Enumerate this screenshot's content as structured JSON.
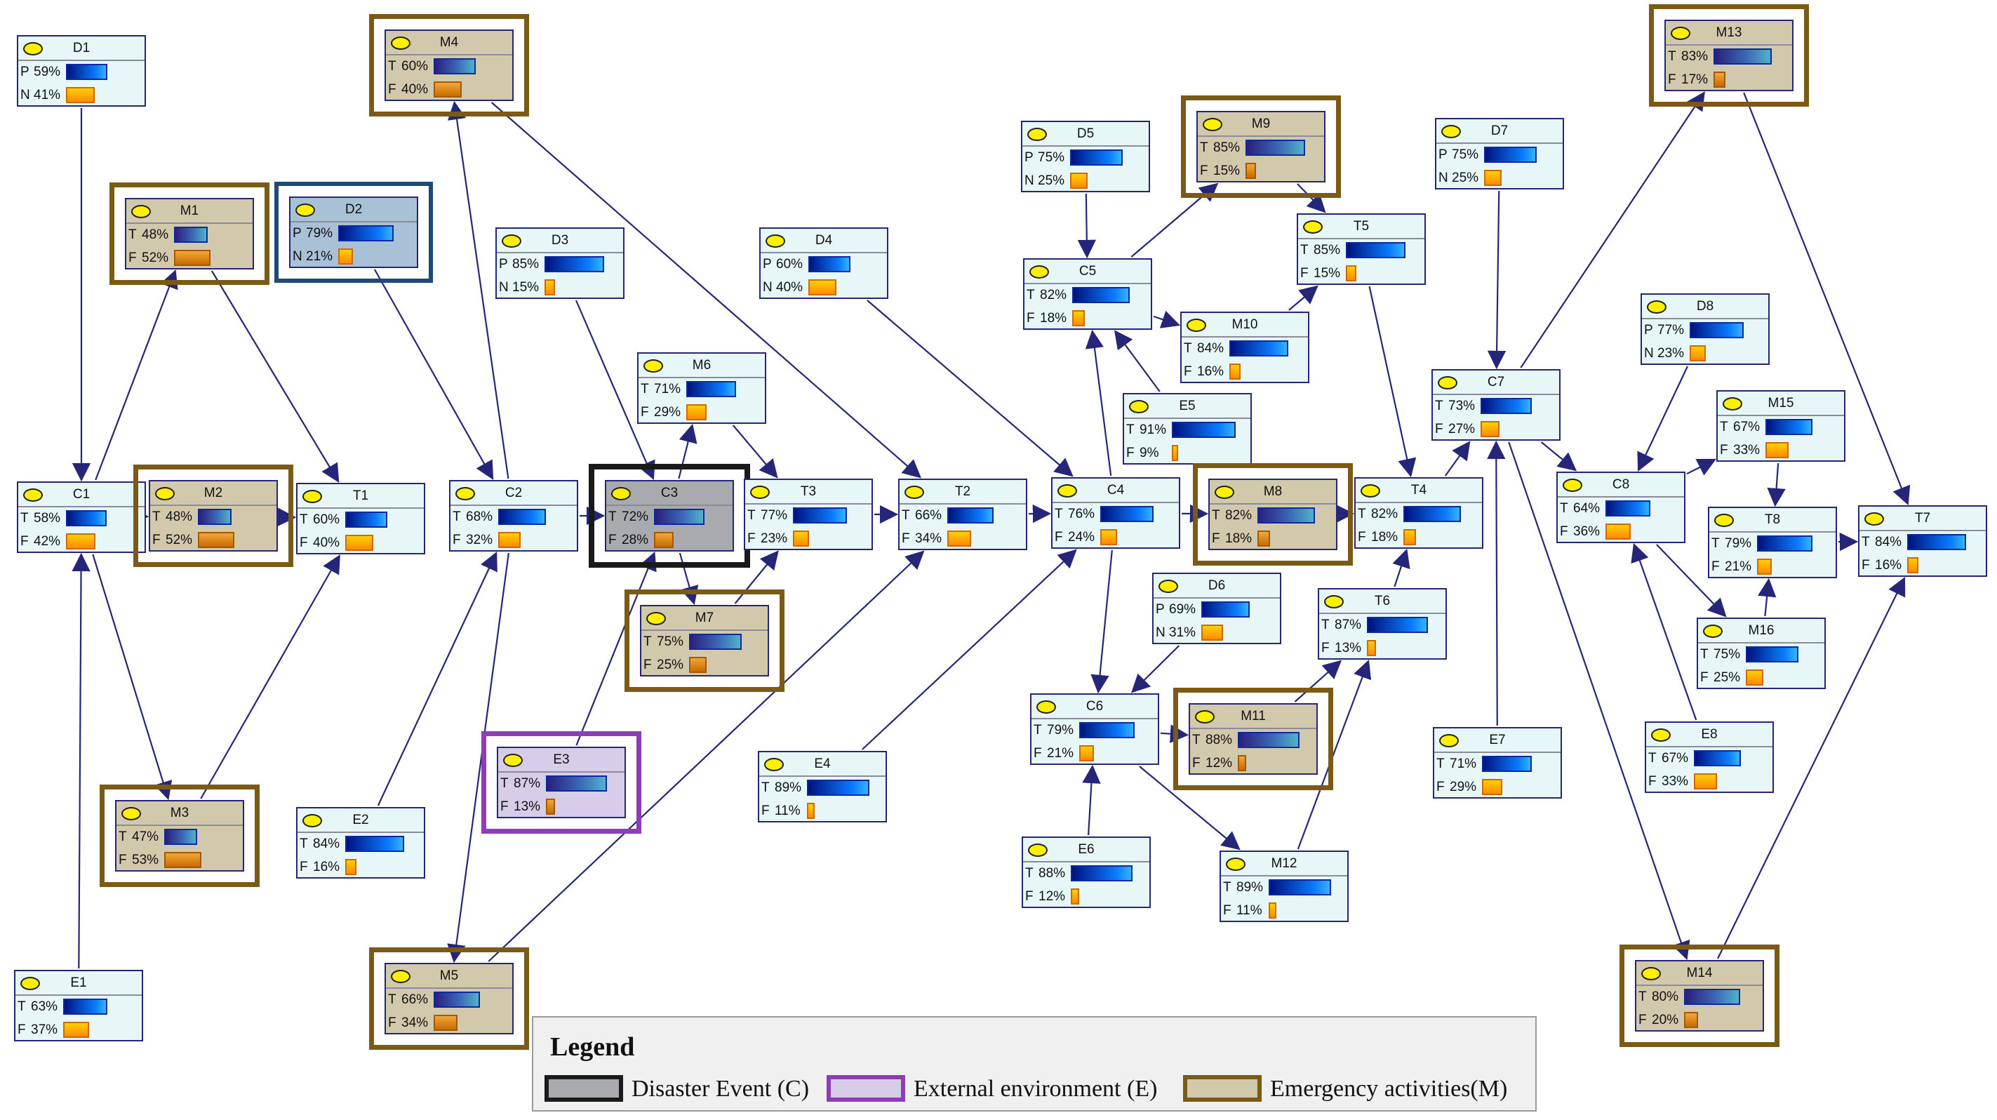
{
  "diagram": {
    "nodes": [
      {
        "id": "D1",
        "states": [
          {
            "label": "P",
            "pct": "59%",
            "value": 59
          },
          {
            "label": "N",
            "pct": "41%",
            "value": 41
          }
        ]
      },
      {
        "id": "M4",
        "category": "activity",
        "states": [
          {
            "label": "T",
            "pct": "60%",
            "value": 60
          },
          {
            "label": "F",
            "pct": "40%",
            "value": 40
          }
        ]
      },
      {
        "id": "M13",
        "category": "activity",
        "states": [
          {
            "label": "T",
            "pct": "83%",
            "value": 83
          },
          {
            "label": "F",
            "pct": "17%",
            "value": 17
          }
        ]
      },
      {
        "id": "M1",
        "category": "activity",
        "states": [
          {
            "label": "T",
            "pct": "48%",
            "value": 48
          },
          {
            "label": "F",
            "pct": "52%",
            "value": 52
          }
        ]
      },
      {
        "id": "D2",
        "highlight": "d2",
        "states": [
          {
            "label": "P",
            "pct": "79%",
            "value": 79
          },
          {
            "label": "N",
            "pct": "21%",
            "value": 21
          }
        ]
      },
      {
        "id": "D3",
        "states": [
          {
            "label": "P",
            "pct": "85%",
            "value": 85
          },
          {
            "label": "N",
            "pct": "15%",
            "value": 15
          }
        ]
      },
      {
        "id": "D4",
        "states": [
          {
            "label": "P",
            "pct": "60%",
            "value": 60
          },
          {
            "label": "N",
            "pct": "40%",
            "value": 40
          }
        ]
      },
      {
        "id": "D5",
        "states": [
          {
            "label": "P",
            "pct": "75%",
            "value": 75
          },
          {
            "label": "N",
            "pct": "25%",
            "value": 25
          }
        ]
      },
      {
        "id": "M9",
        "category": "activity",
        "states": [
          {
            "label": "T",
            "pct": "85%",
            "value": 85
          },
          {
            "label": "F",
            "pct": "15%",
            "value": 15
          }
        ]
      },
      {
        "id": "D7",
        "states": [
          {
            "label": "P",
            "pct": "75%",
            "value": 75
          },
          {
            "label": "N",
            "pct": "25%",
            "value": 25
          }
        ]
      },
      {
        "id": "C5",
        "states": [
          {
            "label": "T",
            "pct": "82%",
            "value": 82
          },
          {
            "label": "F",
            "pct": "18%",
            "value": 18
          }
        ]
      },
      {
        "id": "T5",
        "states": [
          {
            "label": "T",
            "pct": "85%",
            "value": 85
          },
          {
            "label": "F",
            "pct": "15%",
            "value": 15
          }
        ]
      },
      {
        "id": "M10",
        "states": [
          {
            "label": "T",
            "pct": "84%",
            "value": 84
          },
          {
            "label": "F",
            "pct": "16%",
            "value": 16
          }
        ]
      },
      {
        "id": "D8",
        "states": [
          {
            "label": "P",
            "pct": "77%",
            "value": 77
          },
          {
            "label": "N",
            "pct": "23%",
            "value": 23
          }
        ]
      },
      {
        "id": "M6",
        "states": [
          {
            "label": "T",
            "pct": "71%",
            "value": 71
          },
          {
            "label": "F",
            "pct": "29%",
            "value": 29
          }
        ]
      },
      {
        "id": "E5",
        "states": [
          {
            "label": "T",
            "pct": "91%",
            "value": 91
          },
          {
            "label": "F",
            "pct": " 9%",
            "value": 9
          }
        ]
      },
      {
        "id": "C7",
        "states": [
          {
            "label": "T",
            "pct": "73%",
            "value": 73
          },
          {
            "label": "F",
            "pct": "27%",
            "value": 27
          }
        ]
      },
      {
        "id": "M15",
        "states": [
          {
            "label": "T",
            "pct": "67%",
            "value": 67
          },
          {
            "label": "F",
            "pct": "33%",
            "value": 33
          }
        ]
      },
      {
        "id": "C1",
        "states": [
          {
            "label": "T",
            "pct": "58%",
            "value": 58
          },
          {
            "label": "F",
            "pct": "42%",
            "value": 42
          }
        ]
      },
      {
        "id": "M2",
        "category": "activity",
        "states": [
          {
            "label": "T",
            "pct": "48%",
            "value": 48
          },
          {
            "label": "F",
            "pct": "52%",
            "value": 52
          }
        ]
      },
      {
        "id": "T1",
        "states": [
          {
            "label": "T",
            "pct": "60%",
            "value": 60
          },
          {
            "label": "F",
            "pct": "40%",
            "value": 40
          }
        ]
      },
      {
        "id": "C2",
        "states": [
          {
            "label": "T",
            "pct": "68%",
            "value": 68
          },
          {
            "label": "F",
            "pct": "32%",
            "value": 32
          }
        ]
      },
      {
        "id": "C3",
        "category": "event",
        "states": [
          {
            "label": "T",
            "pct": "72%",
            "value": 72
          },
          {
            "label": "F",
            "pct": "28%",
            "value": 28
          }
        ]
      },
      {
        "id": "T3",
        "states": [
          {
            "label": "T",
            "pct": "77%",
            "value": 77
          },
          {
            "label": "F",
            "pct": "23%",
            "value": 23
          }
        ]
      },
      {
        "id": "T2",
        "states": [
          {
            "label": "T",
            "pct": "66%",
            "value": 66
          },
          {
            "label": "F",
            "pct": "34%",
            "value": 34
          }
        ]
      },
      {
        "id": "C4",
        "states": [
          {
            "label": "T",
            "pct": "76%",
            "value": 76
          },
          {
            "label": "F",
            "pct": "24%",
            "value": 24
          }
        ]
      },
      {
        "id": "M8",
        "category": "activity",
        "states": [
          {
            "label": "T",
            "pct": "82%",
            "value": 82
          },
          {
            "label": "F",
            "pct": "18%",
            "value": 18
          }
        ]
      },
      {
        "id": "T4",
        "states": [
          {
            "label": "T",
            "pct": "82%",
            "value": 82
          },
          {
            "label": "F",
            "pct": "18%",
            "value": 18
          }
        ]
      },
      {
        "id": "C8",
        "states": [
          {
            "label": "T",
            "pct": "64%",
            "value": 64
          },
          {
            "label": "F",
            "pct": "36%",
            "value": 36
          }
        ]
      },
      {
        "id": "T8",
        "states": [
          {
            "label": "T",
            "pct": "79%",
            "value": 79
          },
          {
            "label": "F",
            "pct": "21%",
            "value": 21
          }
        ]
      },
      {
        "id": "T7",
        "states": [
          {
            "label": "T",
            "pct": "84%",
            "value": 84
          },
          {
            "label": "F",
            "pct": "16%",
            "value": 16
          }
        ]
      },
      {
        "id": "D6",
        "states": [
          {
            "label": "P",
            "pct": "69%",
            "value": 69
          },
          {
            "label": "N",
            "pct": "31%",
            "value": 31
          }
        ]
      },
      {
        "id": "T6",
        "states": [
          {
            "label": "T",
            "pct": "87%",
            "value": 87
          },
          {
            "label": "F",
            "pct": "13%",
            "value": 13
          }
        ]
      },
      {
        "id": "M7",
        "category": "activity",
        "states": [
          {
            "label": "T",
            "pct": "75%",
            "value": 75
          },
          {
            "label": "F",
            "pct": "25%",
            "value": 25
          }
        ]
      },
      {
        "id": "M16",
        "states": [
          {
            "label": "T",
            "pct": "75%",
            "value": 75
          },
          {
            "label": "F",
            "pct": "25%",
            "value": 25
          }
        ]
      },
      {
        "id": "C6",
        "states": [
          {
            "label": "T",
            "pct": "79%",
            "value": 79
          },
          {
            "label": "F",
            "pct": "21%",
            "value": 21
          }
        ]
      },
      {
        "id": "M11",
        "category": "activity",
        "states": [
          {
            "label": "T",
            "pct": "88%",
            "value": 88
          },
          {
            "label": "F",
            "pct": "12%",
            "value": 12
          }
        ]
      },
      {
        "id": "E3",
        "category": "env",
        "states": [
          {
            "label": "T",
            "pct": "87%",
            "value": 87
          },
          {
            "label": "F",
            "pct": "13%",
            "value": 13
          }
        ]
      },
      {
        "id": "E4",
        "states": [
          {
            "label": "T",
            "pct": "89%",
            "value": 89
          },
          {
            "label": "F",
            "pct": "11%",
            "value": 11
          }
        ]
      },
      {
        "id": "E7",
        "states": [
          {
            "label": "T",
            "pct": "71%",
            "value": 71
          },
          {
            "label": "F",
            "pct": "29%",
            "value": 29
          }
        ]
      },
      {
        "id": "E8",
        "states": [
          {
            "label": "T",
            "pct": "67%",
            "value": 67
          },
          {
            "label": "F",
            "pct": "33%",
            "value": 33
          }
        ]
      },
      {
        "id": "M3",
        "category": "activity",
        "states": [
          {
            "label": "T",
            "pct": "47%",
            "value": 47
          },
          {
            "label": "F",
            "pct": "53%",
            "value": 53
          }
        ]
      },
      {
        "id": "E2",
        "states": [
          {
            "label": "T",
            "pct": "84%",
            "value": 84
          },
          {
            "label": "F",
            "pct": "16%",
            "value": 16
          }
        ]
      },
      {
        "id": "E6",
        "states": [
          {
            "label": "T",
            "pct": "88%",
            "value": 88
          },
          {
            "label": "F",
            "pct": "12%",
            "value": 12
          }
        ]
      },
      {
        "id": "M12",
        "states": [
          {
            "label": "T",
            "pct": "89%",
            "value": 89
          },
          {
            "label": "F",
            "pct": "11%",
            "value": 11
          }
        ]
      },
      {
        "id": "M14",
        "category": "activity",
        "states": [
          {
            "label": "T",
            "pct": "80%",
            "value": 80
          },
          {
            "label": "F",
            "pct": "20%",
            "value": 20
          }
        ]
      },
      {
        "id": "E1",
        "states": [
          {
            "label": "T",
            "pct": "63%",
            "value": 63
          },
          {
            "label": "F",
            "pct": "37%",
            "value": 37
          }
        ]
      },
      {
        "id": "M5",
        "category": "activity",
        "states": [
          {
            "label": "T",
            "pct": "66%",
            "value": 66
          },
          {
            "label": "F",
            "pct": "34%",
            "value": 34
          }
        ]
      }
    ],
    "edges": [
      [
        "D1",
        "C1"
      ],
      [
        "E1",
        "C1"
      ],
      [
        "C1",
        "M1"
      ],
      [
        "C1",
        "M2"
      ],
      [
        "C1",
        "M3"
      ],
      [
        "M1",
        "T1"
      ],
      [
        "M2",
        "T1"
      ],
      [
        "M3",
        "T1"
      ],
      [
        "D2",
        "C2"
      ],
      [
        "E2",
        "C2"
      ],
      [
        "C2",
        "M4"
      ],
      [
        "C2",
        "M5"
      ],
      [
        "C2",
        "C3"
      ],
      [
        "M4",
        "T2"
      ],
      [
        "M5",
        "T2"
      ],
      [
        "D3",
        "C3"
      ],
      [
        "E3",
        "C3"
      ],
      [
        "C3",
        "M6"
      ],
      [
        "C3",
        "M7"
      ],
      [
        "M6",
        "T3"
      ],
      [
        "M7",
        "T3"
      ],
      [
        "T3",
        "T2"
      ],
      [
        "T2",
        "C4"
      ],
      [
        "D4",
        "C4"
      ],
      [
        "E4",
        "C4"
      ],
      [
        "C4",
        "C5"
      ],
      [
        "C4",
        "C6"
      ],
      [
        "C4",
        "M8"
      ],
      [
        "D5",
        "C5"
      ],
      [
        "E5",
        "C5"
      ],
      [
        "C5",
        "M9"
      ],
      [
        "C5",
        "M10"
      ],
      [
        "M9",
        "T5"
      ],
      [
        "M10",
        "T5"
      ],
      [
        "T5",
        "T4"
      ],
      [
        "M8",
        "T4"
      ],
      [
        "D6",
        "C6"
      ],
      [
        "E6",
        "C6"
      ],
      [
        "C6",
        "M11"
      ],
      [
        "C6",
        "M12"
      ],
      [
        "M11",
        "T6"
      ],
      [
        "M12",
        "T6"
      ],
      [
        "T6",
        "T4"
      ],
      [
        "T4",
        "C7"
      ],
      [
        "D7",
        "C7"
      ],
      [
        "E7",
        "C7"
      ],
      [
        "C7",
        "M13"
      ],
      [
        "C7",
        "M14"
      ],
      [
        "C7",
        "C8"
      ],
      [
        "M13",
        "T7"
      ],
      [
        "M14",
        "T7"
      ],
      [
        "D8",
        "C8"
      ],
      [
        "E8",
        "C8"
      ],
      [
        "C8",
        "M15"
      ],
      [
        "C8",
        "M16"
      ],
      [
        "M15",
        "T8"
      ],
      [
        "M16",
        "T8"
      ],
      [
        "T8",
        "T7"
      ]
    ]
  },
  "legend": {
    "title": "Legend",
    "items": [
      {
        "key": "event",
        "label": "Disaster Event (C)"
      },
      {
        "key": "env",
        "label": "External environment (E)"
      },
      {
        "key": "activity",
        "label": "Emergency activities(M)"
      }
    ]
  },
  "colors": {
    "edge": "#25257a",
    "node_fill": "#e7f7f8",
    "event_border": "#1a1a1a",
    "env_border": "#8f3db4",
    "activity_border": "#7a5a14",
    "d2_border": "#1f4a78"
  }
}
